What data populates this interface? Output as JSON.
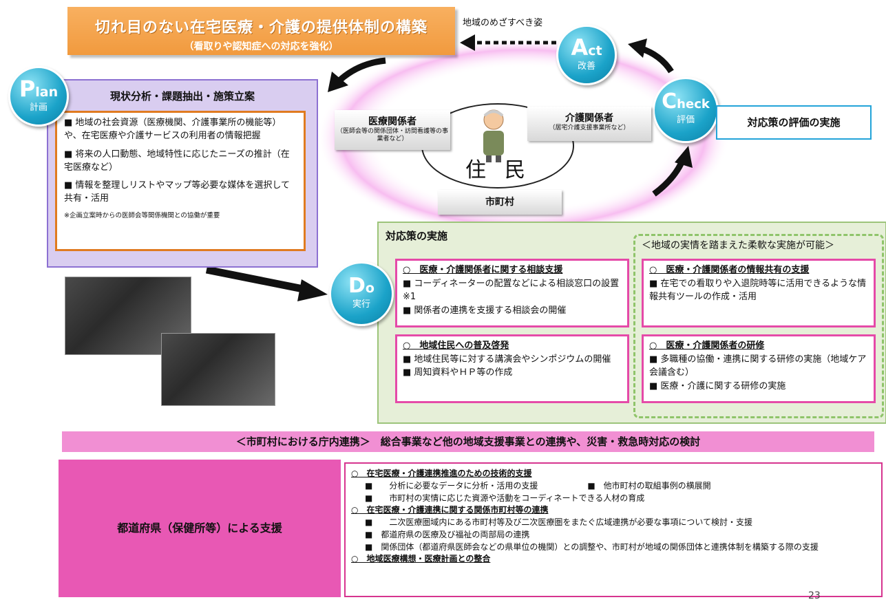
{
  "title": {
    "main": "切れ目のない在宅医療・介護の提供体制の構築",
    "sub": "（看取りや認知症への対応を強化）",
    "goal_label": "地域のめざすべき姿"
  },
  "cycle": {
    "plan": {
      "letter": "P",
      "rest": "lan",
      "jp": "計画"
    },
    "do": {
      "letter": "D",
      "rest": "o",
      "jp": "実行"
    },
    "check": {
      "letter": "C",
      "rest": "heck",
      "jp": "評価"
    },
    "act": {
      "letter": "A",
      "rest": "ct",
      "jp": "改善"
    }
  },
  "plan_box": {
    "heading": "現状分析・課題抽出・施策立案",
    "items": [
      "■ 地域の社会資源（医療機関、介護事業所の機能等）や、在宅医療や介護サービスの利用者の情報把握",
      "■ 将来の人口動態、地域特性に応じたニーズの推計（在宅医療など）",
      "■ 情報を整理しリストやマップ等必要な媒体を選択して共有・活用"
    ],
    "note": "※企画立案時からの医師会等関係機関との協働が重要"
  },
  "center": {
    "medical": {
      "label": "医療関係者",
      "sub": "（医師会等の関係団体・訪問看護等の事業者など）"
    },
    "care": {
      "label": "介護関係者",
      "sub": "（居宅介護支援事業所など）"
    },
    "residents_1": "住",
    "residents_2": "民",
    "municipality": "市町村"
  },
  "check_label": "対応策の評価の実施",
  "do_section": {
    "title": "対応策の実施",
    "flex_label": "＜地域の実情を踏まえた柔軟な実施が可能＞",
    "cards": [
      {
        "head": "○　医療・介護関係者に関する相談支援",
        "lines": [
          "■ コーディネーターの配置などによる相談窓口の設置※1",
          "■ 関係者の連携を支援する相談会の開催"
        ]
      },
      {
        "head": "○　医療・介護関係者の情報共有の支援",
        "lines": [
          "■ 在宅での看取りや入退院時等に活用できるような情報共有ツールの作成・活用"
        ]
      },
      {
        "head": "○　地域住民への普及啓発",
        "lines": [
          "■ 地域住民等に対する講演会やシンポジウムの開催",
          "■ 周知資料やＨＰ等の作成"
        ]
      },
      {
        "head": "○　医療・介護関係者の研修",
        "lines": [
          "■ 多職種の協働・連携に関する研修の実施（地域ケア会議含む）",
          "■ 医療・介護に関する研修の実施"
        ]
      }
    ]
  },
  "pink_bar": "＜市町村における庁内連携＞　総合事業など他の地域支援事業との連携や、災害・救急時対応の検討",
  "prefecture": {
    "label": "都道府県（保健所等）による支援",
    "lines": [
      {
        "type": "hd",
        "text": "○　在宅医療・介護連携推進のための技術的支援"
      },
      {
        "type": "it",
        "text": "■　　分析に必要なデータに分析・活用の支援　　　　　　■　他市町村の取組事例の横展開"
      },
      {
        "type": "it",
        "text": "■　　市町村の実情に応じた資源や活動をコーディネートできる人材の育成"
      },
      {
        "type": "hd",
        "text": "○　在宅医療・介護連携に関する関係市町村等の連携"
      },
      {
        "type": "it",
        "text": "■　　二次医療圏域内にある市町村等及び二次医療圏をまたぐ広域連携が必要な事項について検討・支援"
      },
      {
        "type": "it",
        "text": "■　都道府県の医療及び福祉の両部局の連携"
      },
      {
        "type": "it",
        "text": "■　関係団体（都道府県医師会などの県単位の機関）との調整や、市町村が地域の関係団体と連携体制を構築する際の支援"
      },
      {
        "type": "hd",
        "text": "○　地域医療構想・医療計画との整合"
      }
    ]
  },
  "page_number": "23"
}
